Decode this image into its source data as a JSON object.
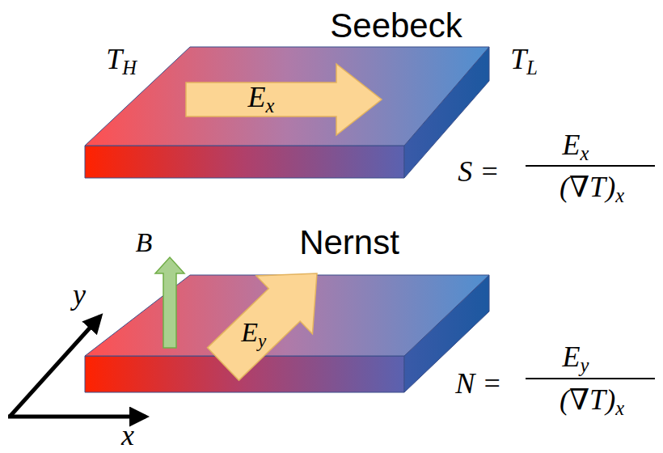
{
  "diagram": {
    "nodes": [
      {
        "text": [
          "Ex"
        ]
      },
      {
        "text": [
          "Ey"
        ]
      }
    ],
    "labels": [
      "Seebeck",
      "TH",
      "TL",
      "S =",
      "Ex",
      "(∇T)x",
      "Nernst",
      "B",
      "y",
      "x",
      "N =",
      "Ey",
      "(∇T)x"
    ]
  }
}
